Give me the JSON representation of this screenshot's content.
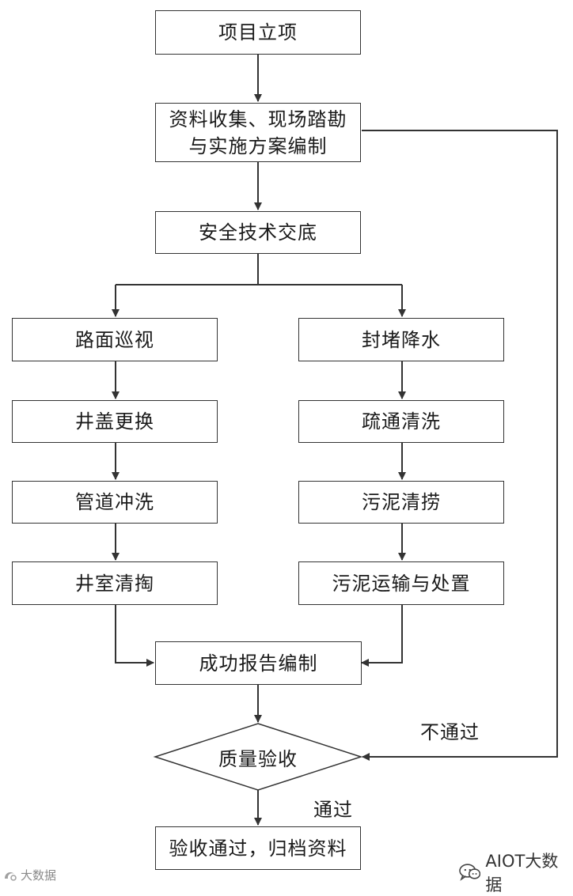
{
  "flowchart": {
    "start": "项目立项",
    "collect_line1": "资料收集、现场踏勘",
    "collect_line2": "与实施方案编制",
    "safety": "安全技术交底",
    "left_branch": [
      "路面巡视",
      "井盖更换",
      "管道冲洗",
      "井室清掏"
    ],
    "right_branch": [
      "封堵降水",
      "疏通清洗",
      "污泥清捞",
      "污泥运输与处置"
    ],
    "report": "成功报告编制",
    "decision": "质量验收",
    "fail_label": "不通过",
    "pass_label": "通过",
    "end": "验收通过，归档资料"
  },
  "watermarks": {
    "left": "大数据",
    "right": "AIOT大数据"
  },
  "colors": {
    "line": "#333333",
    "text": "#1a1a1a",
    "watermark": "#8a8a8a"
  }
}
